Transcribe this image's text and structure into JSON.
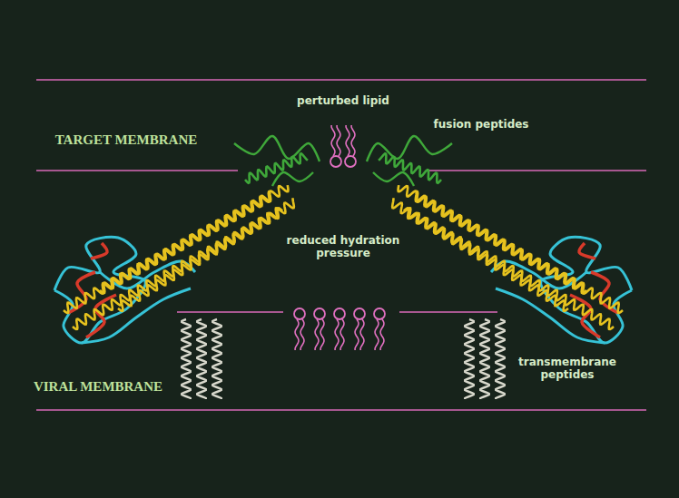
{
  "diagram": {
    "labels": [
      "perturbed lipid",
      "fusion peptides",
      "TARGET MEMBRANE",
      "reduced hydration pressure",
      "VIRAL MEMBRANE",
      "transmembrane peptides"
    ]
  }
}
